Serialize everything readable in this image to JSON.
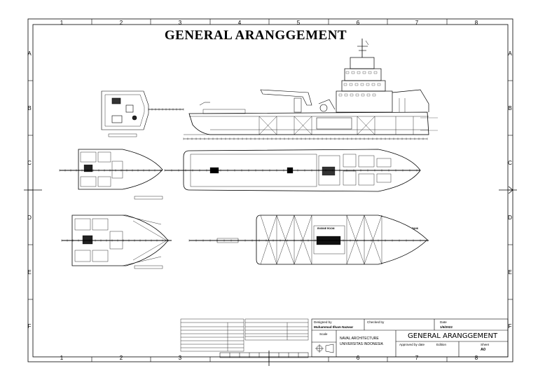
{
  "drawing": {
    "title": "GENERAL ARANGGEMENT",
    "zone_columns": [
      "1",
      "2",
      "3",
      "4",
      "5",
      "6",
      "7",
      "8"
    ],
    "zone_rows": [
      "A",
      "B",
      "C",
      "D",
      "E",
      "F"
    ]
  },
  "labels": {
    "engine_room": "ENGINE ROOM",
    "tank": "TANK"
  },
  "title_block": {
    "designed_by_label": "Designed by",
    "designer_name": "Muhammad Ilham Nazwar",
    "checked_by_label": "Checked by",
    "date_label": "Date",
    "date_value": "1/6/2022",
    "scale_label": "Scale",
    "org_line1": "NAVAL ARCHITECTURE",
    "org_line2": "UNIVERSITAS INDONESIA",
    "drawing_title": "GENERAL ARANGGEMENT",
    "approved_label": "Approved by date",
    "edition_label": "Edition",
    "sheet_label": "Sheet",
    "sheet_value": "A0"
  },
  "colors": {
    "line": "#000000",
    "paper": "#ffffff",
    "soft": "#555555"
  }
}
